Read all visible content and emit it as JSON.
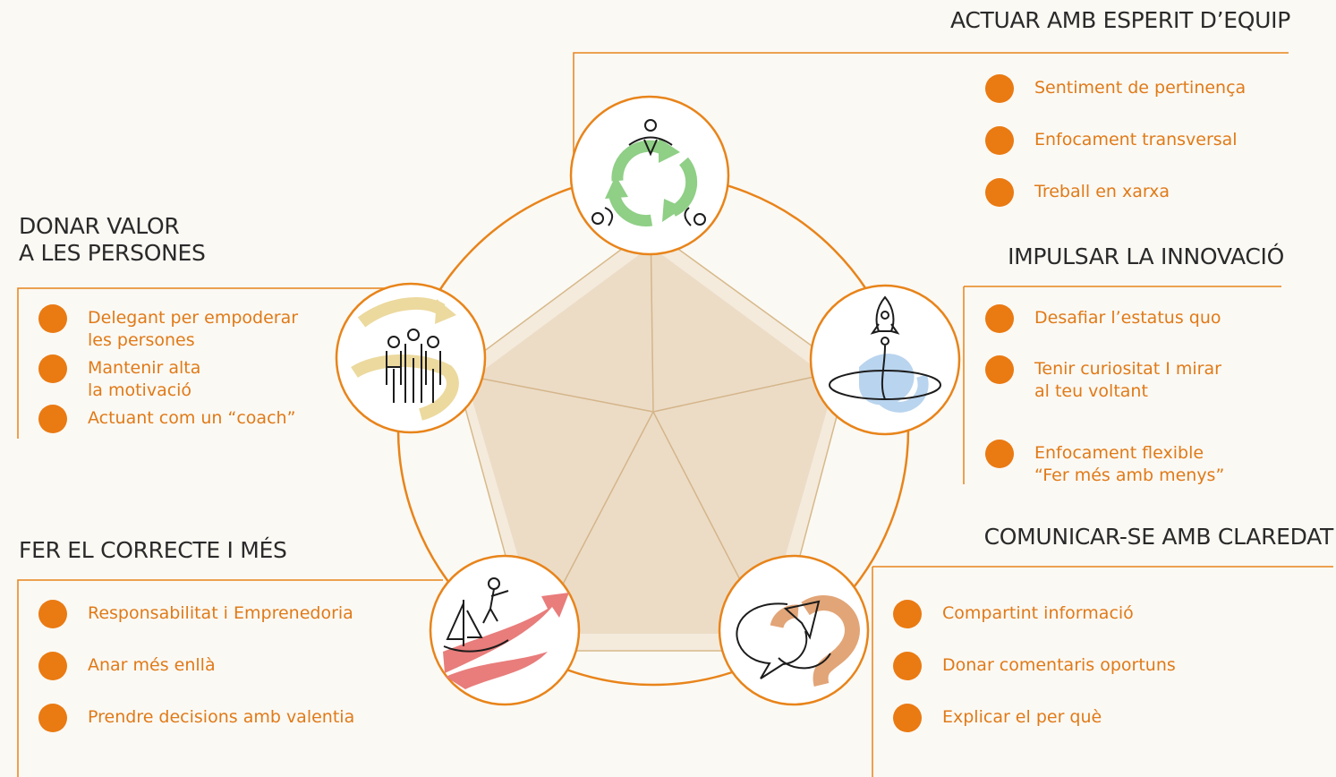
{
  "colors": {
    "accent": "#e8841a",
    "bullet": "#ea7a12",
    "text_orange": "#e07a18",
    "title": "#2a2a2a",
    "fill": "#ecdcc6"
  },
  "sections": {
    "team": {
      "title_lines": [
        "ACTUAR AMB ESPERIT D’EQUIP"
      ],
      "items": [
        [
          "Sentiment de pertinença"
        ],
        [
          "Enfocament transversal"
        ],
        [
          "Treball en xarxa"
        ]
      ],
      "icon": "team-circle-recycle-icon"
    },
    "innovation": {
      "title_lines": [
        "IMPULSAR LA INNOVACIÓ"
      ],
      "items": [
        [
          "Desafiar l’estatus quo"
        ],
        [
          "Tenir curiositat I mirar",
          "al teu voltant"
        ],
        [
          "Enfocament flexible",
          "“Fer més amb menys”"
        ]
      ],
      "icon": "rocket-icon"
    },
    "communicate": {
      "title_lines": [
        "COMUNICAR-SE AMB CLAREDAT"
      ],
      "items": [
        [
          "Compartint informació"
        ],
        [
          "Donar comentaris oportuns"
        ],
        [
          "Explicar el per què"
        ]
      ],
      "icon": "speech-bubbles-icon"
    },
    "correct": {
      "title_lines": [
        "FER EL CORRECTE I MÉS"
      ],
      "items": [
        [
          "Responsabilitat i Emprenedoria"
        ],
        [
          "Anar més enllà"
        ],
        [
          "Prendre decisions amb valentia"
        ]
      ],
      "icon": "sailboat-arrow-icon"
    },
    "people": {
      "title_lines": [
        "DONAR VALOR",
        "A LES PERSONES"
      ],
      "items": [
        [
          "Delegant per empoderar",
          "les persones"
        ],
        [
          "Mantenir alta",
          "la motivació"
        ],
        [
          "Actuant com un “coach”"
        ]
      ],
      "icon": "people-group-icon"
    }
  }
}
